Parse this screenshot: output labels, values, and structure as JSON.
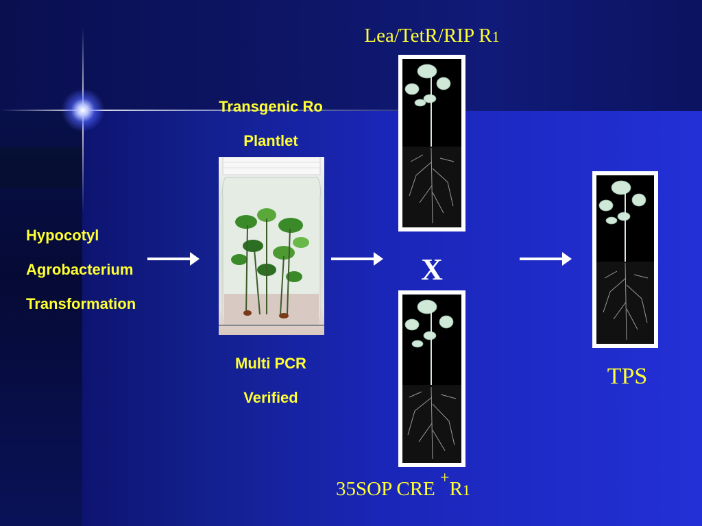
{
  "slide": {
    "top_plant_label_main": "Lea/TetR/RIP  R",
    "top_plant_label_sub": "1",
    "bottom_plant_label_main": "35SOP CRE ",
    "bottom_plant_label_sup": "+",
    "bottom_plant_label_r": "R",
    "bottom_plant_label_sub": "1",
    "cross_symbol": "X",
    "result_label": "TPS",
    "jar_title_line1": "Transgenic Ro",
    "jar_title_line2": "Plantlet",
    "method_line1": "Hypocotyl",
    "method_line2": "Agrobacterium",
    "method_line3": "Transformation",
    "verify_line1": "Multi PCR",
    "verify_line2": "Verified"
  },
  "colors": {
    "label_yellow": "#ffff33",
    "background_blue": "#1a26b8",
    "arrow_white": "#ffffff"
  }
}
